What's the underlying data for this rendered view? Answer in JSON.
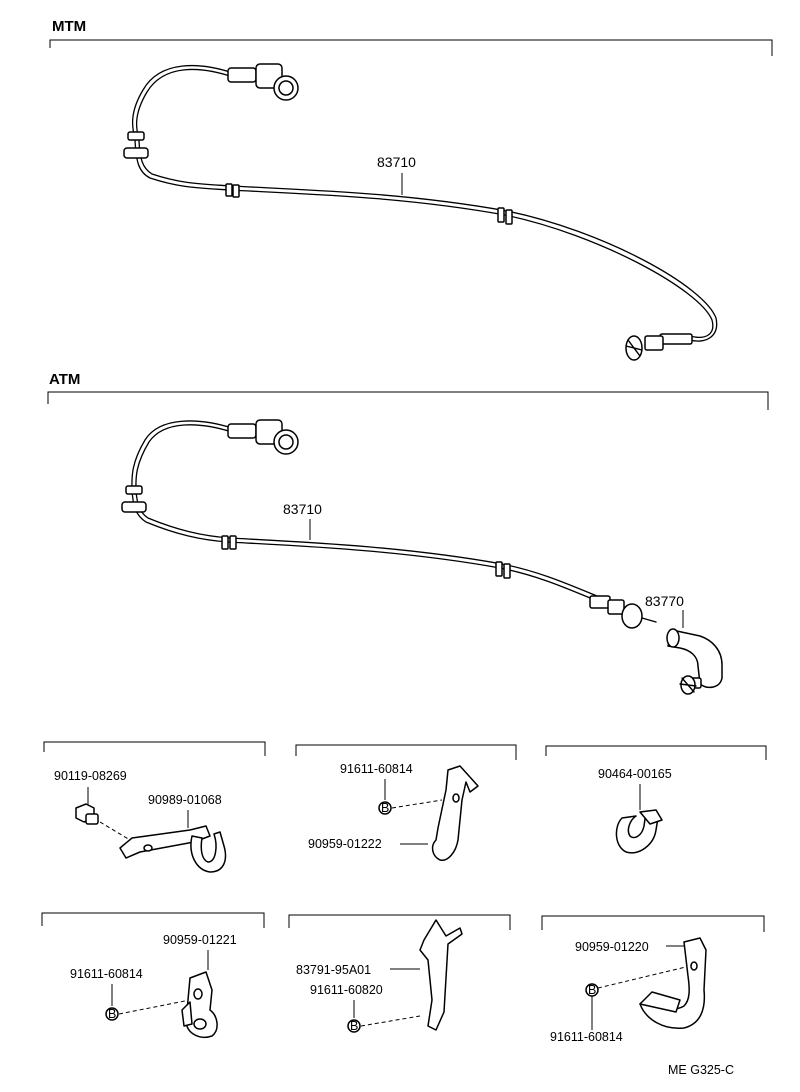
{
  "sections": {
    "mtm": {
      "title": "MTM",
      "cable_part": "83710"
    },
    "atm": {
      "title": "ATM",
      "cable_part": "83710",
      "adapter_part": "83770"
    }
  },
  "details": [
    {
      "id": "d1",
      "labels": [
        "90119-08269",
        "90989-01068"
      ]
    },
    {
      "id": "d2",
      "labels": [
        "91611-60814",
        "90959-01222"
      ],
      "marker": "B"
    },
    {
      "id": "d3",
      "labels": [
        "90464-00165"
      ]
    },
    {
      "id": "d4",
      "labels": [
        "90959-01221",
        "91611-60814"
      ],
      "marker": "B"
    },
    {
      "id": "d5",
      "labels": [
        "83791-95A01",
        "91611-60820"
      ],
      "marker": "B"
    },
    {
      "id": "d6",
      "labels": [
        "90959-01220",
        "91611-60814"
      ],
      "marker": "B"
    }
  ],
  "footer": {
    "code": "ME  G325-C"
  }
}
